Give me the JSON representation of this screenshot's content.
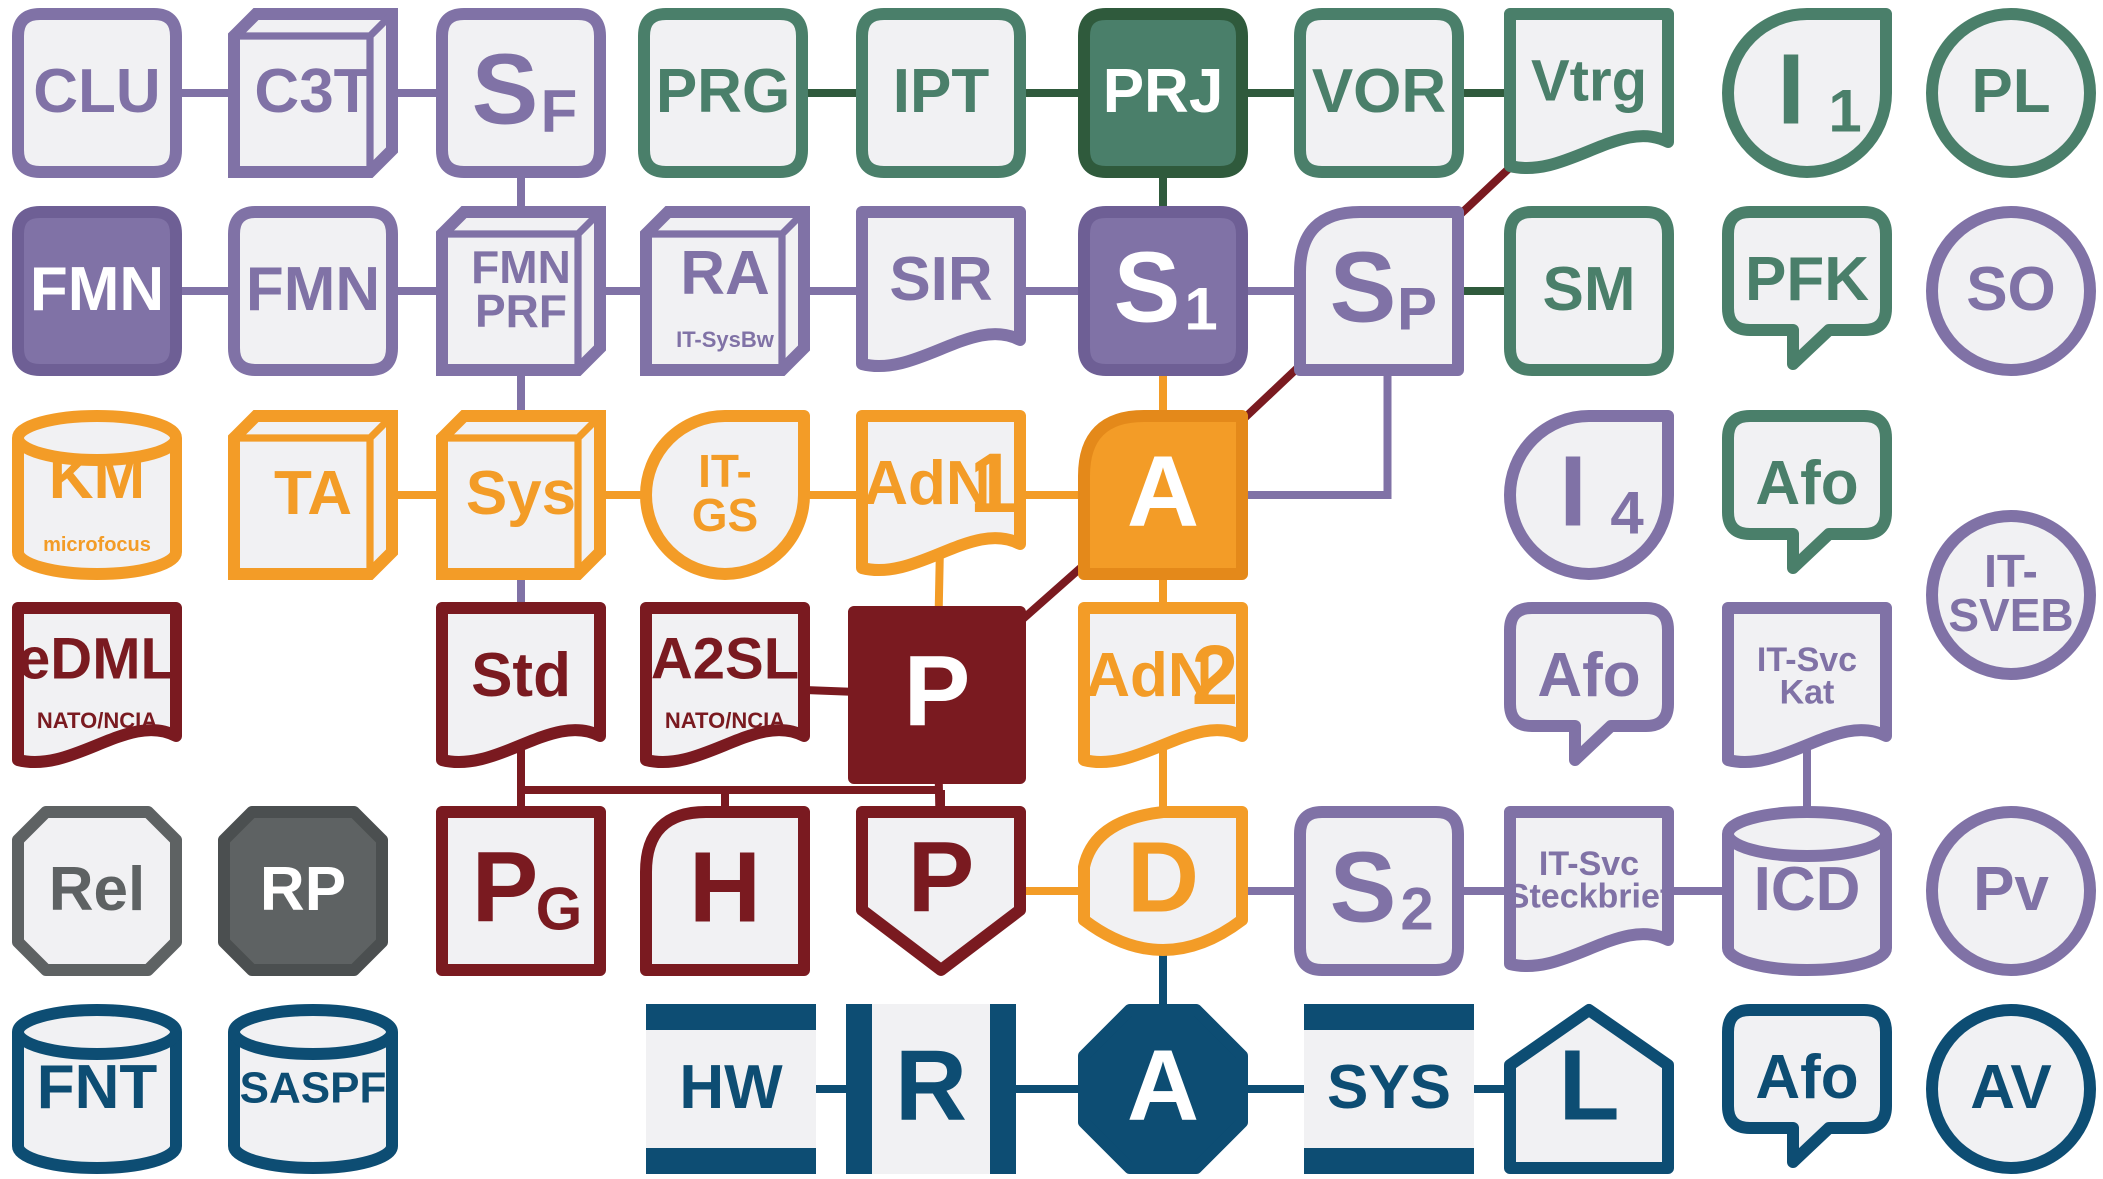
{
  "colors": {
    "purple": "#8072a6",
    "purple_dark": "#6e5f95",
    "green": "#4a7f6a",
    "green_dark": "#2f5a3c",
    "orange": "#f39c27",
    "orange_dark": "#e4891a",
    "red": "#7a1a20",
    "gray": "#5e6263",
    "gray_dark": "#4b4f50",
    "blue": "#0d4d73",
    "fill": "#f1f1f3"
  },
  "nodes": [
    {
      "id": "clu",
      "shape": "rounded",
      "color": "purple",
      "lines": [
        "CLU"
      ]
    },
    {
      "id": "c3t",
      "shape": "cube",
      "color": "purple",
      "lines": [
        "C3T"
      ]
    },
    {
      "id": "sf",
      "shape": "rounded",
      "color": "purple",
      "lines": [
        "S"
      ],
      "sub": "F"
    },
    {
      "id": "prg",
      "shape": "rounded",
      "color": "green",
      "lines": [
        "PRG"
      ]
    },
    {
      "id": "ipt",
      "shape": "rounded",
      "color": "green",
      "lines": [
        "IPT"
      ]
    },
    {
      "id": "prj",
      "shape": "rounded",
      "color": "green",
      "filled": true,
      "lines": [
        "PRJ"
      ]
    },
    {
      "id": "vor",
      "shape": "rounded",
      "color": "green",
      "lines": [
        "VOR"
      ]
    },
    {
      "id": "vtrg",
      "shape": "doc",
      "color": "green",
      "lines": [
        "Vtrg"
      ]
    },
    {
      "id": "i1",
      "shape": "drop",
      "color": "green",
      "lines": [
        "I"
      ],
      "sub": "1"
    },
    {
      "id": "pl",
      "shape": "circle",
      "color": "green",
      "lines": [
        "PL"
      ]
    },
    {
      "id": "fmn_filled",
      "shape": "rounded",
      "color": "purple",
      "filled": true,
      "lines": [
        "FMN"
      ]
    },
    {
      "id": "fmn",
      "shape": "rounded",
      "color": "purple",
      "lines": [
        "FMN"
      ]
    },
    {
      "id": "fmn_prf",
      "shape": "cube",
      "color": "purple",
      "lines": [
        "FMN",
        "PRF"
      ]
    },
    {
      "id": "ra",
      "shape": "cube",
      "color": "purple",
      "lines": [
        "RA"
      ],
      "small": "IT-SysBw"
    },
    {
      "id": "sir",
      "shape": "doc",
      "color": "purple",
      "lines": [
        "SIR"
      ]
    },
    {
      "id": "s1",
      "shape": "rounded",
      "color": "purple",
      "filled": true,
      "lines": [
        "S"
      ],
      "sub": "1"
    },
    {
      "id": "sp",
      "shape": "roundcorner",
      "color": "purple",
      "lines": [
        "S"
      ],
      "sub": "P"
    },
    {
      "id": "sm",
      "shape": "rounded",
      "color": "green",
      "lines": [
        "SM"
      ]
    },
    {
      "id": "pfk",
      "shape": "callout",
      "color": "green",
      "lines": [
        "PFK"
      ]
    },
    {
      "id": "so",
      "shape": "circle",
      "color": "purple",
      "lines": [
        "SO"
      ]
    },
    {
      "id": "km",
      "shape": "cylinder",
      "color": "orange",
      "lines": [
        "KM"
      ],
      "small": "microfocus"
    },
    {
      "id": "ta",
      "shape": "cube",
      "color": "orange",
      "lines": [
        "TA"
      ]
    },
    {
      "id": "sys_o",
      "shape": "cube",
      "color": "orange",
      "lines": [
        "Sys"
      ]
    },
    {
      "id": "itgs",
      "shape": "drop",
      "color": "orange",
      "lines": [
        "IT-",
        "GS"
      ]
    },
    {
      "id": "adn1",
      "shape": "doc",
      "color": "orange",
      "lines": [
        "AdN"
      ],
      "big": "1"
    },
    {
      "id": "a_o",
      "shape": "roundcorner",
      "color": "orange",
      "filled": true,
      "lines": [
        "A"
      ]
    },
    {
      "id": "i4",
      "shape": "drop",
      "color": "purple",
      "lines": [
        "I"
      ],
      "sub": "4"
    },
    {
      "id": "afo_g",
      "shape": "callout",
      "color": "green",
      "lines": [
        "Afo"
      ]
    },
    {
      "id": "itsveb",
      "shape": "circle",
      "color": "purple",
      "lines": [
        "IT-",
        "SVEB"
      ]
    },
    {
      "id": "edml",
      "shape": "doc",
      "color": "red",
      "lines": [
        "eDML"
      ],
      "small": "NATO/NCIA"
    },
    {
      "id": "std",
      "shape": "doc",
      "color": "red",
      "lines": [
        "Std"
      ]
    },
    {
      "id": "a2sl",
      "shape": "doc",
      "color": "red",
      "lines": [
        "A2SL"
      ],
      "small": "NATO/NCIA"
    },
    {
      "id": "p_r",
      "shape": "square",
      "color": "red",
      "filled": true,
      "lines": [
        "P"
      ]
    },
    {
      "id": "adn2",
      "shape": "doc",
      "color": "orange",
      "lines": [
        "AdN"
      ],
      "big": "2"
    },
    {
      "id": "afo_p",
      "shape": "callout",
      "color": "purple",
      "lines": [
        "Afo"
      ]
    },
    {
      "id": "itsvc_kat",
      "shape": "doc",
      "color": "purple",
      "lines": [
        "IT-Svc",
        "Kat"
      ]
    },
    {
      "id": "rel",
      "shape": "octo",
      "color": "gray",
      "lines": [
        "Rel"
      ]
    },
    {
      "id": "rp",
      "shape": "octo",
      "color": "gray",
      "filled": true,
      "lines": [
        "RP"
      ]
    },
    {
      "id": "pg",
      "shape": "square",
      "color": "red",
      "lines": [
        "P"
      ],
      "sub": "G"
    },
    {
      "id": "h",
      "shape": "roundcorner",
      "color": "red",
      "lines": [
        "H"
      ]
    },
    {
      "id": "p_pent",
      "shape": "pentagon",
      "color": "red",
      "lines": [
        "P"
      ]
    },
    {
      "id": "d",
      "shape": "shield",
      "color": "orange",
      "lines": [
        "D"
      ]
    },
    {
      "id": "s2",
      "shape": "rounded",
      "color": "purple",
      "lines": [
        "S"
      ],
      "sub": "2"
    },
    {
      "id": "itsvc_sb",
      "shape": "doc",
      "color": "purple",
      "lines": [
        "IT-Svc",
        "Steckbrief"
      ]
    },
    {
      "id": "icd",
      "shape": "cylinder",
      "color": "purple",
      "lines": [
        "ICD"
      ]
    },
    {
      "id": "pv",
      "shape": "circle",
      "color": "purple",
      "lines": [
        "Pv"
      ]
    },
    {
      "id": "fnt",
      "shape": "cylinder",
      "color": "blue",
      "lines": [
        "FNT"
      ]
    },
    {
      "id": "saspf",
      "shape": "cylinder",
      "color": "blue",
      "lines": [
        "SASPF"
      ]
    },
    {
      "id": "hw",
      "shape": "bars_h",
      "color": "blue",
      "lines": [
        "HW"
      ]
    },
    {
      "id": "r",
      "shape": "bars_v",
      "color": "blue",
      "lines": [
        "R"
      ]
    },
    {
      "id": "a_b",
      "shape": "octagon",
      "color": "blue",
      "filled": true,
      "lines": [
        "A"
      ]
    },
    {
      "id": "sys_b",
      "shape": "bars_h",
      "color": "blue",
      "lines": [
        "SYS"
      ]
    },
    {
      "id": "l",
      "shape": "house",
      "color": "blue",
      "lines": [
        "L"
      ]
    },
    {
      "id": "afo_b",
      "shape": "callout",
      "color": "blue",
      "lines": [
        "Afo"
      ]
    },
    {
      "id": "av",
      "shape": "circle",
      "color": "blue",
      "lines": [
        "AV"
      ]
    }
  ],
  "edges": [
    {
      "from": "clu",
      "to": "c3t",
      "color": "purple"
    },
    {
      "from": "c3t",
      "to": "sf",
      "color": "purple"
    },
    {
      "from": "sf",
      "to": "fmn_prf",
      "color": "purple"
    },
    {
      "from": "prg",
      "to": "ipt",
      "color": "green_dark"
    },
    {
      "from": "ipt",
      "to": "prj",
      "color": "green_dark"
    },
    {
      "from": "prj",
      "to": "vor",
      "color": "green_dark"
    },
    {
      "from": "vor",
      "to": "vtrg",
      "color": "green_dark"
    },
    {
      "from": "prj",
      "to": "s1",
      "color": "green_dark"
    },
    {
      "from": "vtrg",
      "to": "sp",
      "color": "red"
    },
    {
      "from": "sp",
      "to": "sm",
      "color": "green_dark"
    },
    {
      "from": "fmn_filled",
      "to": "fmn",
      "color": "purple"
    },
    {
      "from": "fmn",
      "to": "fmn_prf",
      "color": "purple"
    },
    {
      "from": "fmn_prf",
      "to": "ra",
      "color": "purple"
    },
    {
      "from": "ra",
      "to": "sir",
      "color": "purple"
    },
    {
      "from": "sir",
      "to": "s1",
      "color": "purple"
    },
    {
      "from": "s1",
      "to": "sp",
      "color": "purple"
    },
    {
      "from": "fmn_prf",
      "to": "sys_o",
      "color": "purple"
    },
    {
      "from": "s1",
      "to": "a_o",
      "color": "orange"
    },
    {
      "from": "sp",
      "to": "a_o",
      "color": "red"
    },
    {
      "from": "ta",
      "to": "sys_o",
      "color": "orange"
    },
    {
      "from": "sys_o",
      "to": "itgs",
      "color": "orange"
    },
    {
      "from": "itgs",
      "to": "adn1",
      "color": "orange"
    },
    {
      "from": "adn1",
      "to": "a_o",
      "color": "orange"
    },
    {
      "from": "a_o",
      "to": "sp",
      "color": "purple",
      "route": "elbow"
    },
    {
      "from": "sys_o",
      "to": "std",
      "color": "purple"
    },
    {
      "from": "adn1",
      "to": "p_r",
      "color": "orange"
    },
    {
      "from": "a_o",
      "to": "p_r",
      "color": "red"
    },
    {
      "from": "a_o",
      "to": "adn2",
      "color": "orange"
    },
    {
      "from": "a2sl",
      "to": "p_r",
      "color": "red"
    },
    {
      "from": "adn2",
      "to": "d",
      "color": "orange"
    },
    {
      "from": "itsvc_kat",
      "to": "icd",
      "color": "purple"
    },
    {
      "from": "std",
      "to": "pg",
      "color": "red"
    },
    {
      "from": "p_r",
      "to": "p_pent",
      "color": "red"
    },
    {
      "from": "p_pent",
      "to": "d",
      "color": "orange"
    },
    {
      "from": "d",
      "to": "s2",
      "color": "purple"
    },
    {
      "from": "s2",
      "to": "itsvc_sb",
      "color": "purple"
    },
    {
      "from": "itsvc_sb",
      "to": "icd",
      "color": "purple"
    },
    {
      "from": "d",
      "to": "a_b",
      "color": "blue"
    },
    {
      "from": "hw",
      "to": "r",
      "color": "blue"
    },
    {
      "from": "r",
      "to": "a_b",
      "color": "blue"
    },
    {
      "from": "a_b",
      "to": "sys_b",
      "color": "blue"
    },
    {
      "from": "sys_b",
      "to": "l",
      "color": "blue"
    }
  ]
}
